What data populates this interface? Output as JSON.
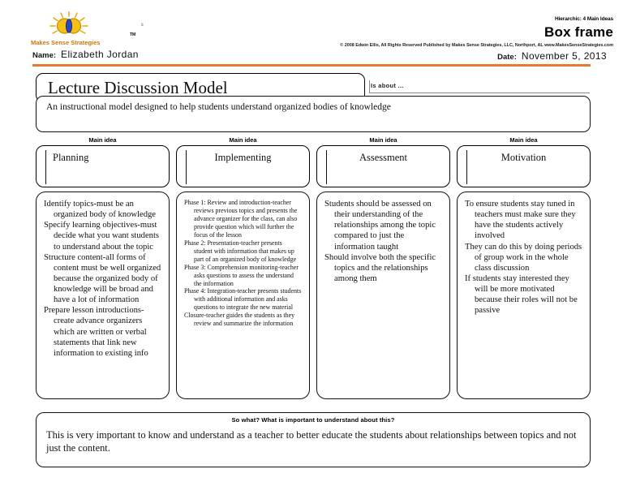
{
  "header": {
    "logo_caption": "Makes Sense Strategies",
    "logo_tm": "TM",
    "logo_superscript": "s",
    "hierarchy_label": "Hierarchic: 4 Main Ideas",
    "frame_title": "Box frame",
    "copyright": "© 2008 Edwin Ellis, All Rights Reserved   Published by Makes Sense Strategies, LLC, Northport, AL   www.MakesSenseStrategies.com",
    "name_label": "Name:",
    "name_value": "Elizabeth Jordan",
    "date_label": "Date:",
    "date_value": "November 5, 2013",
    "accent_color": "#E8782A"
  },
  "topic": {
    "title": "Lecture Discussion Model",
    "is_about_label": "Is about ...",
    "is_about_text": "An instructional model designed to help students understand organized bodies of knowledge"
  },
  "columns": [
    {
      "caption": "Main idea",
      "heading": "Planning",
      "heading_align": "left",
      "text_size": "regular",
      "details": [
        "Identify topics-must be an organized body of knowledge",
        "Specify learning objectives-must decide what you want students to understand about the topic",
        "Structure content-all forms of content must be well organized because the organized body of knowledge will be broad and have a lot of information",
        "Prepare lesson introductions-create advance organizers which are written or verbal statements that link new information to existing info"
      ]
    },
    {
      "caption": "Main idea",
      "heading": "Implementing",
      "heading_align": "center",
      "text_size": "small",
      "details": [
        "Phase 1: Review and introduction-teacher reviews previous topics and presents the advance organizer for the class, can also provide question which will further the focus of the lesson",
        "Phase 2: Presentation-teacher presents student with information that makes up part of an organized body of knowledge",
        "Phase 3: Comprehension monitoring-teacher asks questions to assess the understand the information",
        "Phase 4: Integration-teacher presents students with additional information and asks questions to integrate the new material",
        "Closure-teacher guides the students as they review and summarize the information"
      ]
    },
    {
      "caption": "Main idea",
      "heading": "Assessment",
      "heading_align": "center",
      "text_size": "regular",
      "details": [
        "Students should be assessed on their understanding of the relationships among the topic compared to just the information taught",
        "Should involve both the specific topics and the relationships among them"
      ]
    },
    {
      "caption": "Main idea",
      "heading": "Motivation",
      "heading_align": "center",
      "text_size": "regular",
      "details": [
        "To ensure students stay tuned in teachers must make sure they have the students actively involved",
        "They can do this by doing periods of group work in the whole class discussion",
        "If students stay interested they will be more motivated because their roles will not be passive"
      ]
    }
  ],
  "so_what": {
    "title": "So what? What is important to understand about this?",
    "text": "This is very important to know and understand as a teacher to better educate the students about relationships between topics and not just the content."
  }
}
